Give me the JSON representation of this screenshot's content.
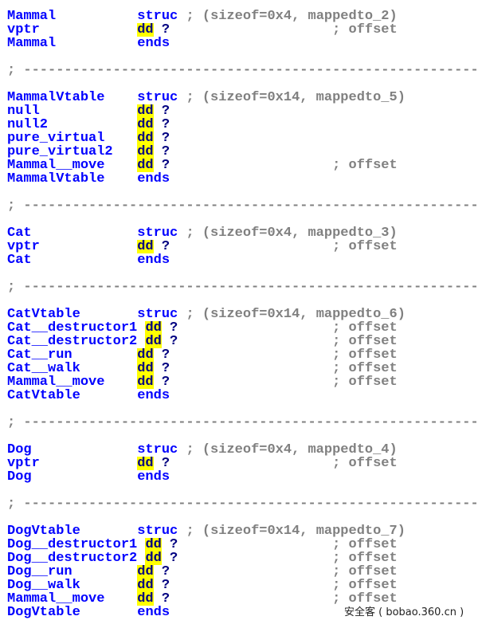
{
  "colors": {
    "name": "#0000ff",
    "keyword": "#0000ff",
    "dd": "#000080",
    "dd_highlight": "#ffff00",
    "comment": "#808080"
  },
  "separator": "; ------------------------------------------------------------",
  "watermark": "安全客 ( bobao.360.cn )",
  "lines": [
    {
      "type": "field",
      "name": "Mammal",
      "kw": "struc",
      "comment": "; (sizeof=0x4, mappedto_2)"
    },
    {
      "type": "field",
      "name": "vptr",
      "kw": "dd",
      "val": "?",
      "comment": "; offset"
    },
    {
      "type": "field",
      "name": "Mammal",
      "kw": "ends"
    },
    {
      "type": "blank"
    },
    {
      "type": "sep"
    },
    {
      "type": "blank"
    },
    {
      "type": "field",
      "name": "MammalVtable",
      "kw": "struc",
      "comment": "; (sizeof=0x14, mappedto_5)"
    },
    {
      "type": "field",
      "name": "null",
      "kw": "dd",
      "val": "?"
    },
    {
      "type": "field",
      "name": "null2",
      "kw": "dd",
      "val": "?"
    },
    {
      "type": "field",
      "name": "pure_virtual",
      "kw": "dd",
      "val": "?"
    },
    {
      "type": "field",
      "name": "pure_virtual2",
      "kw": "dd",
      "val": "?"
    },
    {
      "type": "field",
      "name": "Mammal__move",
      "kw": "dd",
      "val": "?",
      "comment": "; offset"
    },
    {
      "type": "field",
      "name": "MammalVtable",
      "kw": "ends"
    },
    {
      "type": "blank"
    },
    {
      "type": "sep"
    },
    {
      "type": "blank"
    },
    {
      "type": "field",
      "name": "Cat",
      "kw": "struc",
      "comment": "; (sizeof=0x4, mappedto_3)"
    },
    {
      "type": "field",
      "name": "vptr",
      "kw": "dd",
      "val": "?",
      "comment": "; offset"
    },
    {
      "type": "field",
      "name": "Cat",
      "kw": "ends"
    },
    {
      "type": "blank"
    },
    {
      "type": "sep"
    },
    {
      "type": "blank"
    },
    {
      "type": "field",
      "name": "CatVtable",
      "kw": "struc",
      "comment": "; (sizeof=0x14, mappedto_6)"
    },
    {
      "type": "field",
      "name": "Cat__destructor1",
      "kw": "dd",
      "val": "?",
      "comment": "; offset"
    },
    {
      "type": "field",
      "name": "Cat__destructor2",
      "kw": "dd",
      "val": "?",
      "comment": "; offset"
    },
    {
      "type": "field",
      "name": "Cat__run",
      "kw": "dd",
      "val": "?",
      "comment": "; offset"
    },
    {
      "type": "field",
      "name": "Cat__walk",
      "kw": "dd",
      "val": "?",
      "comment": "; offset"
    },
    {
      "type": "field",
      "name": "Mammal__move",
      "kw": "dd",
      "val": "?",
      "comment": "; offset"
    },
    {
      "type": "field",
      "name": "CatVtable",
      "kw": "ends"
    },
    {
      "type": "blank"
    },
    {
      "type": "sep"
    },
    {
      "type": "blank"
    },
    {
      "type": "field",
      "name": "Dog",
      "kw": "struc",
      "comment": "; (sizeof=0x4, mappedto_4)"
    },
    {
      "type": "field",
      "name": "vptr",
      "kw": "dd",
      "val": "?",
      "comment": "; offset"
    },
    {
      "type": "field",
      "name": "Dog",
      "kw": "ends"
    },
    {
      "type": "blank"
    },
    {
      "type": "sep"
    },
    {
      "type": "blank"
    },
    {
      "type": "field",
      "name": "DogVtable",
      "kw": "struc",
      "comment": "; (sizeof=0x14, mappedto_7)"
    },
    {
      "type": "field",
      "name": "Dog__destructor1",
      "kw": "dd",
      "val": "?",
      "comment": "; offset"
    },
    {
      "type": "field",
      "name": "Dog__destructor2",
      "kw": "dd",
      "val": "?",
      "comment": "; offset"
    },
    {
      "type": "field",
      "name": "Dog__run",
      "kw": "dd",
      "val": "?",
      "comment": "; offset"
    },
    {
      "type": "field",
      "name": "Dog__walk",
      "kw": "dd",
      "val": "?",
      "comment": "; offset"
    },
    {
      "type": "field",
      "name": "Mammal__move",
      "kw": "dd",
      "val": "?",
      "comment": "; offset"
    },
    {
      "type": "field",
      "name": "DogVtable",
      "kw": "ends"
    }
  ]
}
